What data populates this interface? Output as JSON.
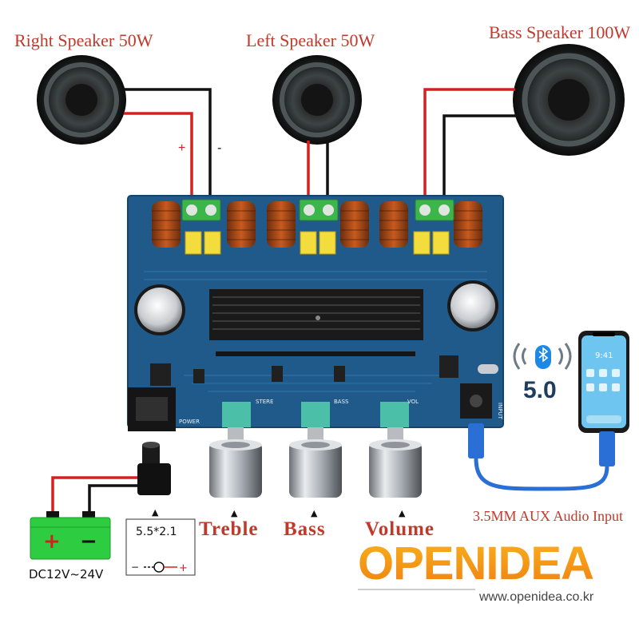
{
  "speakers": {
    "right": {
      "label": "Right Speaker 50W"
    },
    "left": {
      "label": "Left Speaker 50W"
    },
    "bass": {
      "label": "Bass Speaker 100W"
    }
  },
  "polarity": {
    "plus": "+",
    "minus": "-"
  },
  "board": {
    "silk": [
      "STERE",
      "BASS",
      "VOL",
      "POWER",
      "INPUT"
    ]
  },
  "knobs": {
    "treble": "Treble",
    "bass": "Bass",
    "volume": "Volume",
    "arrow": "▲"
  },
  "power": {
    "range": "DC12V~24V",
    "plus": "+",
    "minus": "−",
    "jack_size": "5.5*2.1",
    "jack_neg": "−",
    "jack_pos": "+"
  },
  "bluetooth": {
    "version": "5.0",
    "phone_time": "9:41"
  },
  "aux_label": "3.5MM AUX Audio Input",
  "watermark": {
    "brand": "OPENIDEA",
    "url": "www.openidea.co.kr"
  },
  "colors": {
    "pcb": "#1f5a8a",
    "wire_red": "#d62020",
    "wire_black": "#111111",
    "label_red": "#c0392b",
    "brand_orange": "#f39c12",
    "battery_green": "#2ecc40",
    "cable_blue": "#2a6fd6"
  }
}
